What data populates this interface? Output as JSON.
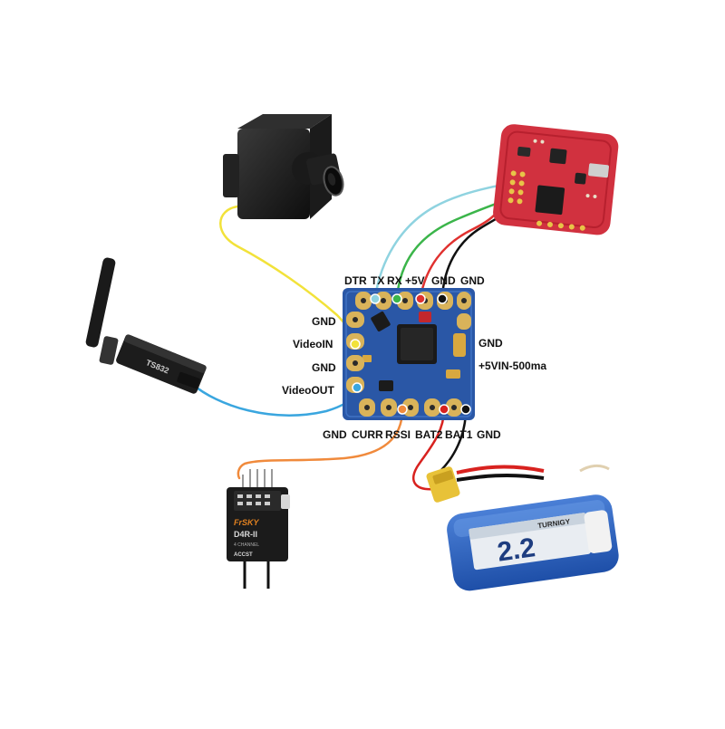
{
  "osd_board": {
    "top_pins": [
      "DTR",
      "TX",
      "RX",
      "+5V",
      "GND",
      "GND"
    ],
    "left_pins": [
      "GND",
      "VideoIN",
      "GND",
      "VideoOUT"
    ],
    "right_pins": [
      "GND",
      "+5VIN-500ma"
    ],
    "bottom_pins": [
      "GND",
      "CURR",
      "RSSI",
      "BAT2",
      "BAT1",
      "GND"
    ]
  },
  "transmitter": {
    "marking": "TS832"
  },
  "receiver": {
    "brand": "FrSKY",
    "model": "D4R-II",
    "subtitle": "4 CHANNEL",
    "tag": "ACCST"
  },
  "battery": {
    "capacity": "2.2",
    "brand": "TURNIGY"
  },
  "wire_colors": {
    "video_in": "#f2e23a",
    "video_out": "#3aa6df",
    "dtr": "#8fd3e0",
    "tx": "#7fd0c8",
    "rx": "#3bb54a",
    "plus5v": "#e0312f",
    "gnd": "#111111",
    "rssi": "#f08a3c",
    "battery_pos": "#d8221f",
    "battery_neg": "#111111"
  }
}
